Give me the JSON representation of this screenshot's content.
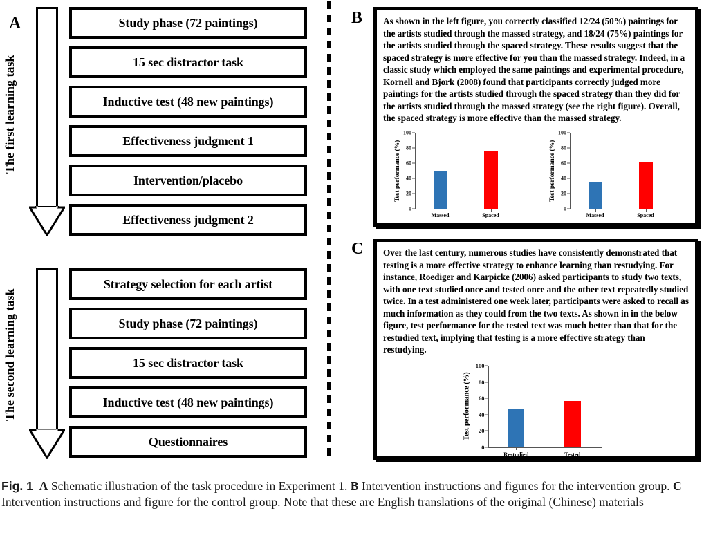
{
  "panels": {
    "a": {
      "letter": "A",
      "flow1": {
        "arrow_label": "The first learning task",
        "steps": [
          "Study phase (72 paintings)",
          "15 sec distractor task",
          "Inductive test (48 new paintings)",
          "Effectiveness judgment 1",
          "Intervention/placebo",
          "Effectiveness judgment 2"
        ]
      },
      "flow2": {
        "arrow_label": "The second learning task",
        "steps": [
          "Strategy selection for each artist",
          "Study phase (72 paintings)",
          "15 sec distractor task",
          "Inductive test (48 new paintings)",
          "Questionnaires"
        ]
      }
    },
    "b": {
      "letter": "B",
      "text": "As shown in the left figure, you correctly classified 12/24 (50%) paintings for the artists studied through the massed strategy, and 18/24 (75%) paintings for the artists studied through the spaced strategy. These results suggest that the spaced strategy is more effective for you than the massed strategy. Indeed, in a classic study which employed the same paintings and experimental procedure, Kornell and Bjork (2008) found that participants correctly judged more paintings for the artists studied through the spaced strategy than they did for the artists studied through the massed strategy (see the right figure). Overall, the spaced strategy is more effective than the massed strategy."
    },
    "c": {
      "letter": "C",
      "text": "Over the last century, numerous studies have consistently demonstrated that testing is a more effective strategy to enhance learning than restudying. For instance, Roediger and Karpicke (2006) asked participants to study two texts, with one text studied once and tested once and the other text repeatedly studied twice. In a test administered one week later, participants were asked to recall as much information as they could from the two texts. As shown in in the below figure, test performance for the tested text was much better than that for the restudied text, implying that testing is a more effective strategy than restudying."
    }
  },
  "colors": {
    "bar_blue": "#2E74B5",
    "bar_red": "#FF0000",
    "axis": "#555555",
    "ink": "#000000"
  },
  "caption": {
    "fig_label": "Fig. 1",
    "a_letter": "A",
    "a_text": "Schematic illustration of the task procedure in Experiment 1.",
    "b_letter": "B",
    "b_text": "Intervention instructions and figures for the intervention group.",
    "c_letter": "C",
    "c_text": "Intervention instructions and figure for the control group. Note that these are English translations of the original (Chinese) materials"
  },
  "chart_data": [
    {
      "id": "b-left",
      "type": "bar",
      "title": "",
      "xlabel": "",
      "ylabel": "Test performance (%)",
      "categories": [
        "Massed",
        "Spaced"
      ],
      "values": [
        50,
        75
      ],
      "colors": [
        "#2E74B5",
        "#FF0000"
      ],
      "ylim": [
        0,
        100
      ],
      "yticks": [
        0,
        20,
        40,
        60,
        80,
        100
      ],
      "grid": false,
      "legend": "none"
    },
    {
      "id": "b-right",
      "type": "bar",
      "title": "",
      "xlabel": "",
      "ylabel": "Test performance (%)",
      "categories": [
        "Massed",
        "Spaced"
      ],
      "values": [
        35,
        61
      ],
      "colors": [
        "#2E74B5",
        "#FF0000"
      ],
      "ylim": [
        0,
        100
      ],
      "yticks": [
        0,
        20,
        40,
        60,
        80,
        100
      ],
      "grid": false,
      "legend": "none"
    },
    {
      "id": "c-main",
      "type": "bar",
      "title": "",
      "xlabel": "",
      "ylabel": "Test performance (%)",
      "categories": [
        "Restudied",
        "Tested"
      ],
      "values": [
        47,
        57
      ],
      "colors": [
        "#2E74B5",
        "#FF0000"
      ],
      "ylim": [
        0,
        100
      ],
      "yticks": [
        0,
        20,
        40,
        60,
        80,
        100
      ],
      "grid": false,
      "legend": "none"
    }
  ]
}
